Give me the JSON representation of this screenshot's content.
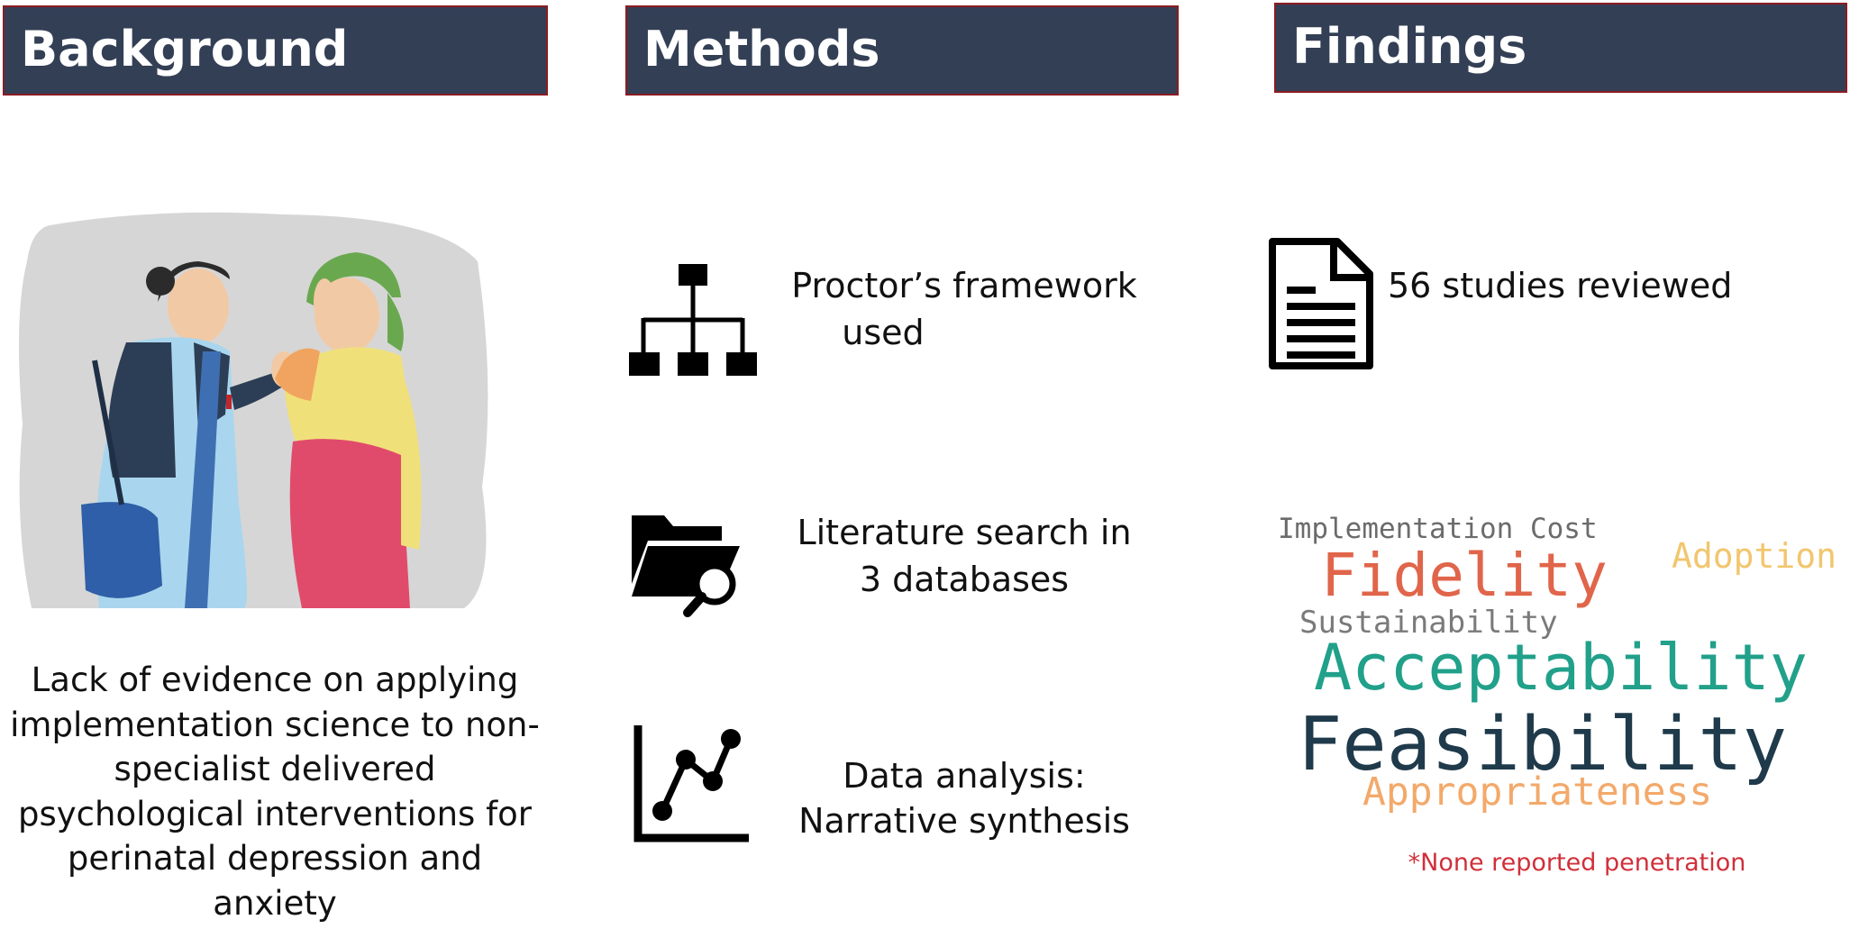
{
  "headers": {
    "background": "Background",
    "methods": "Methods",
    "findings": "Findings"
  },
  "background_text": "Lack of evidence on applying implementation science to non-specialist delivered psychological interventions for perinatal depression and anxiety",
  "methods": [
    {
      "icon": "hierarchy-icon",
      "line1": "Proctor’s framework",
      "line2": "used"
    },
    {
      "icon": "folder-search-icon",
      "line1": "Literature search in",
      "line2": "3 databases"
    },
    {
      "icon": "line-chart-icon",
      "line1": "Data analysis:",
      "line2": "Narrative synthesis"
    }
  ],
  "findings": {
    "studies": {
      "icon": "document-icon",
      "text": "56 studies reviewed"
    },
    "word_cloud": [
      {
        "word": "Implementation Cost",
        "color": "#6b6b6b"
      },
      {
        "word": "Adoption",
        "color": "#f2c66e"
      },
      {
        "word": "Fidelity",
        "color": "#e0654a"
      },
      {
        "word": "Sustainability",
        "color": "#7a7a7a"
      },
      {
        "word": "Acceptability",
        "color": "#21a08a"
      },
      {
        "word": "Feasibility",
        "color": "#1f3a4b"
      },
      {
        "word": "Appropriateness",
        "color": "#f3a96a"
      }
    ],
    "note": "*None reported penetration",
    "note_color": "#d0303a"
  },
  "colors": {
    "header_bg": "#333f55",
    "header_border": "#8c1b22"
  }
}
